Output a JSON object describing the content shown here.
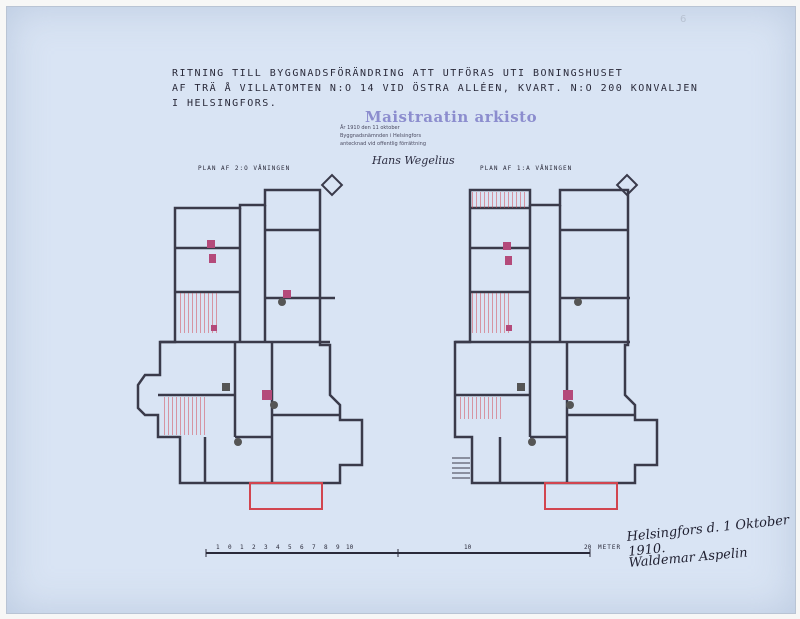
{
  "document": {
    "title_lines": [
      "Ritning till byggnadsförändring att utföras uti boningshuset",
      "af trä å villatomten n:o 14 vid Östra Alléen, kvart. n:o 200 Konvaljen",
      "i Helsingfors."
    ],
    "stamp": "Maistraatin arkisto",
    "stamp_lines": [
      "År 1910 den 11 oktober",
      "Byggnadsnämnden i Helsingfors",
      "antecknad vid offentlig förrättning"
    ],
    "official_signature": "Hans Wegelius",
    "plan_left_label": "Plan af 2:o våningen",
    "plan_right_label": "Plan af 1:a våningen",
    "scale_numbers": [
      "1",
      "0",
      "1",
      "2",
      "3",
      "4",
      "5",
      "6",
      "7",
      "8",
      "9",
      "10"
    ],
    "scale_mid": "10",
    "scale_end": "20",
    "scale_unit": "Meter",
    "date_signature": "Helsingfors d. 1 Oktober 1910.",
    "architect_signature": "Waldemar Aspelin",
    "corner_mark": "6"
  },
  "colors": {
    "paper": "#d9e4f4",
    "ink": "#2a2a3a",
    "accent_red": "#d2454f",
    "stamp_violet": "#7f7fc8"
  }
}
